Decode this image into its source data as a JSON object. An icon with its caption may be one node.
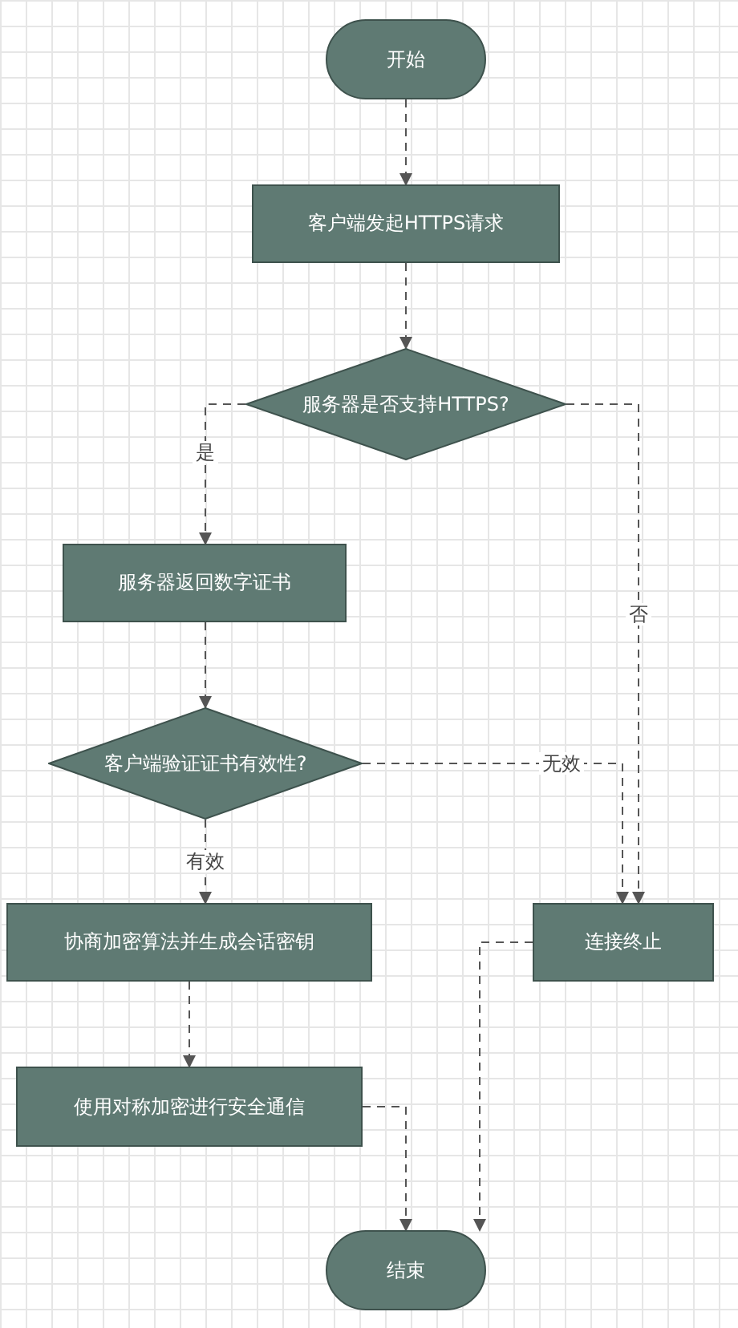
{
  "diagram": {
    "nodes": [
      {
        "text": [
          "开始"
        ]
      },
      {
        "text": [
          "客户端发起HTTPS请求"
        ]
      },
      {
        "text": [
          "服务器是否支持HTTPS?"
        ]
      },
      {
        "text": [
          "服务器返回数字证书"
        ]
      },
      {
        "text": [
          "客户端验证证书有效性?"
        ]
      },
      {
        "text": [
          "协商加密算法并生成会话密钥"
        ]
      },
      {
        "text": [
          "连接终止"
        ]
      },
      {
        "text": [
          "使用对称加密进行安全通信"
        ]
      },
      {
        "text": [
          "结束"
        ]
      }
    ],
    "edges": [
      {
        "from": 0,
        "to": 1,
        "arrow": "to",
        "style": "dashed"
      },
      {
        "from": 1,
        "to": 2,
        "arrow": "to",
        "style": "dashed"
      },
      {
        "from": 2,
        "to": 3,
        "arrow": "to",
        "style": "dashed",
        "label": "是"
      },
      {
        "from": 2,
        "to": 6,
        "arrow": "to",
        "style": "dashed",
        "label": "否"
      },
      {
        "from": 3,
        "to": 4,
        "arrow": "to",
        "style": "dashed"
      },
      {
        "from": 4,
        "to": 6,
        "arrow": "to",
        "style": "dashed",
        "label": "无效"
      },
      {
        "from": 4,
        "to": 5,
        "arrow": "to",
        "style": "dashed",
        "label": "有效"
      },
      {
        "from": 5,
        "to": 7,
        "arrow": "to",
        "style": "dashed"
      },
      {
        "from": 7,
        "to": 8,
        "arrow": "to",
        "style": "dashed"
      },
      {
        "from": 6,
        "to": 8,
        "arrow": "to",
        "style": "dashed"
      }
    ]
  }
}
